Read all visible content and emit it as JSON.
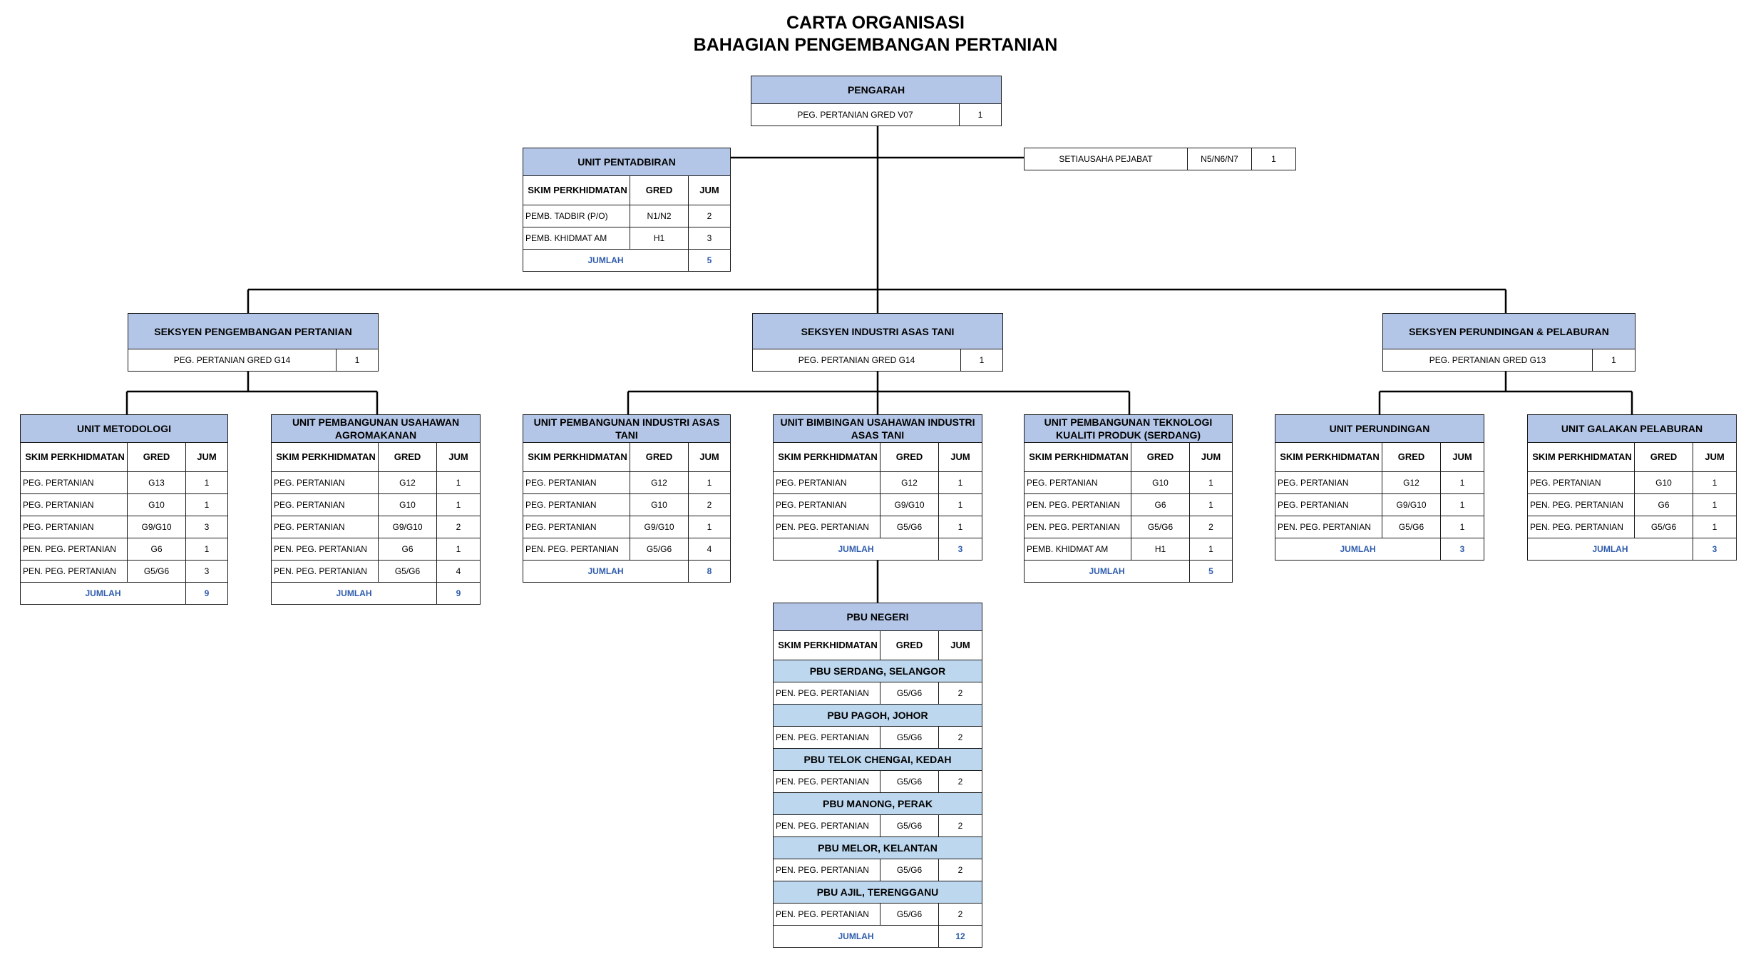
{
  "title": {
    "line1": "CARTA ORGANISASI",
    "line2": "BAHAGIAN PENGEMBANGAN PERTANIAN"
  },
  "col_headers": {
    "skim": "SKIM PERKHIDMATAN",
    "gred": "GRED",
    "jum": "JUM"
  },
  "total_label": "JUMLAH",
  "pengarah": {
    "title": "PENGARAH",
    "post": "PEG. PERTANIAN GRED V07",
    "count": "1"
  },
  "setiausaha": {
    "post": "SETIAUSAHA PEJABAT",
    "grade": "N5/N6/N7",
    "count": "1"
  },
  "unit_pentadbiran": {
    "title": "UNIT PENTADBIRAN",
    "rows": [
      {
        "skim": "PEMB. TADBIR (P/O)",
        "gred": "N1/N2",
        "jum": "2"
      },
      {
        "skim": "PEMB. KHIDMAT AM",
        "gred": "H1",
        "jum": "3"
      }
    ],
    "total": "5"
  },
  "sections": [
    {
      "title": "SEKSYEN PENGEMBANGAN PERTANIAN",
      "post": "PEG. PERTANIAN GRED G14",
      "count": "1"
    },
    {
      "title": "SEKSYEN INDUSTRI ASAS TANI",
      "post": "PEG. PERTANIAN GRED G14",
      "count": "1"
    },
    {
      "title": "SEKSYEN PERUNDINGAN & PELABURAN",
      "post": "PEG. PERTANIAN GRED G13",
      "count": "1"
    }
  ],
  "units": [
    {
      "title": "UNIT METODOLOGI",
      "rows": [
        {
          "skim": "PEG. PERTANIAN",
          "gred": "G13",
          "jum": "1"
        },
        {
          "skim": "PEG. PERTANIAN",
          "gred": "G10",
          "jum": "1"
        },
        {
          "skim": "PEG. PERTANIAN",
          "gred": "G9/G10",
          "jum": "3"
        },
        {
          "skim": "PEN. PEG. PERTANIAN",
          "gred": "G6",
          "jum": "1"
        },
        {
          "skim": "PEN. PEG. PERTANIAN",
          "gred": "G5/G6",
          "jum": "3"
        }
      ],
      "total": "9"
    },
    {
      "title": "UNIT PEMBANGUNAN USAHAWAN AGROMAKANAN",
      "rows": [
        {
          "skim": "PEG. PERTANIAN",
          "gred": "G12",
          "jum": "1"
        },
        {
          "skim": "PEG. PERTANIAN",
          "gred": "G10",
          "jum": "1"
        },
        {
          "skim": "PEG. PERTANIAN",
          "gred": "G9/G10",
          "jum": "2"
        },
        {
          "skim": "PEN. PEG. PERTANIAN",
          "gred": "G6",
          "jum": "1"
        },
        {
          "skim": "PEN. PEG. PERTANIAN",
          "gred": "G5/G6",
          "jum": "4"
        }
      ],
      "total": "9"
    },
    {
      "title": "UNIT PEMBANGUNAN INDUSTRI ASAS TANI",
      "rows": [
        {
          "skim": "PEG. PERTANIAN",
          "gred": "G12",
          "jum": "1"
        },
        {
          "skim": "PEG. PERTANIAN",
          "gred": "G10",
          "jum": "2"
        },
        {
          "skim": "PEG. PERTANIAN",
          "gred": "G9/G10",
          "jum": "1"
        },
        {
          "skim": "PEN. PEG. PERTANIAN",
          "gred": "G5/G6",
          "jum": "4"
        }
      ],
      "total": "8"
    },
    {
      "title": "UNIT BIMBINGAN USAHAWAN INDUSTRI ASAS TANI",
      "rows": [
        {
          "skim": "PEG. PERTANIAN",
          "gred": "G12",
          "jum": "1"
        },
        {
          "skim": "PEG. PERTANIAN",
          "gred": "G9/G10",
          "jum": "1"
        },
        {
          "skim": "PEN. PEG. PERTANIAN",
          "gred": "G5/G6",
          "jum": "1"
        }
      ],
      "total": "3"
    },
    {
      "title": "UNIT PEMBANGUNAN TEKNOLOGI KUALITI PRODUK (SERDANG)",
      "rows": [
        {
          "skim": "PEG. PERTANIAN",
          "gred": "G10",
          "jum": "1"
        },
        {
          "skim": "PEN. PEG. PERTANIAN",
          "gred": "G6",
          "jum": "1"
        },
        {
          "skim": "PEN. PEG. PERTANIAN",
          "gred": "G5/G6",
          "jum": "2"
        },
        {
          "skim": "PEMB. KHIDMAT AM",
          "gred": "H1",
          "jum": "1"
        }
      ],
      "total": "5"
    },
    {
      "title": "UNIT PERUNDINGAN",
      "rows": [
        {
          "skim": "PEG. PERTANIAN",
          "gred": "G12",
          "jum": "1"
        },
        {
          "skim": "PEG. PERTANIAN",
          "gred": "G9/G10",
          "jum": "1"
        },
        {
          "skim": "PEN. PEG. PERTANIAN",
          "gred": "G5/G6",
          "jum": "1"
        }
      ],
      "total": "3"
    },
    {
      "title": "UNIT GALAKAN PELABURAN",
      "rows": [
        {
          "skim": "PEG. PERTANIAN",
          "gred": "G10",
          "jum": "1"
        },
        {
          "skim": "PEN. PEG. PERTANIAN",
          "gred": "G6",
          "jum": "1"
        },
        {
          "skim": "PEN. PEG. PERTANIAN",
          "gred": "G5/G6",
          "jum": "1"
        }
      ],
      "total": "3"
    }
  ],
  "pbu": {
    "title": "PBU NEGERI",
    "groups": [
      {
        "name": "PBU SERDANG, SELANGOR",
        "skim": "PEN. PEG. PERTANIAN",
        "gred": "G5/G6",
        "jum": "2"
      },
      {
        "name": "PBU PAGOH, JOHOR",
        "skim": "PEN. PEG. PERTANIAN",
        "gred": "G5/G6",
        "jum": "2"
      },
      {
        "name": "PBU TELOK CHENGAI, KEDAH",
        "skim": "PEN. PEG. PERTANIAN",
        "gred": "G5/G6",
        "jum": "2"
      },
      {
        "name": "PBU MANONG, PERAK",
        "skim": "PEN. PEG. PERTANIAN",
        "gred": "G5/G6",
        "jum": "2"
      },
      {
        "name": "PBU MELOR, KELANTAN",
        "skim": "PEN. PEG. PERTANIAN",
        "gred": "G5/G6",
        "jum": "2"
      },
      {
        "name": "PBU AJIL, TERENGGANU",
        "skim": "PEN. PEG. PERTANIAN",
        "gred": "G5/G6",
        "jum": "2"
      }
    ],
    "total": "12"
  }
}
